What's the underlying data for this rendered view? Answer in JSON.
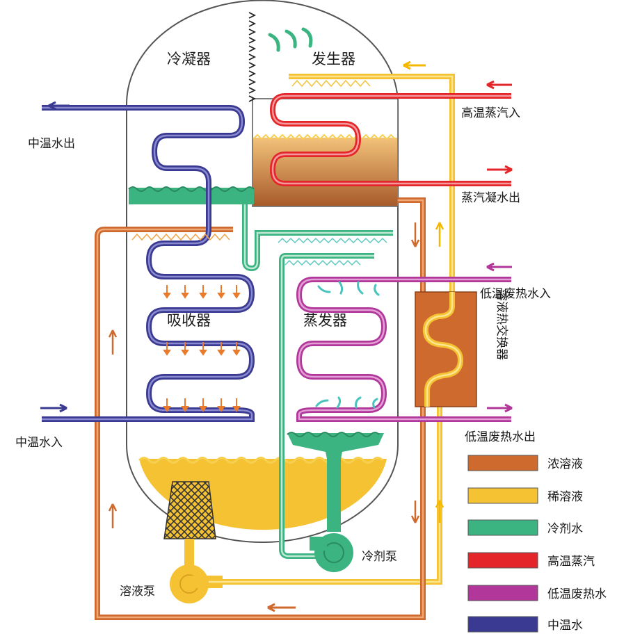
{
  "labels": {
    "condenser": "冷凝器",
    "generator": "发生器",
    "absorber": "吸收器",
    "evaporator": "蒸发器",
    "hx": "溶液热交换器",
    "refrigerant_pump": "冷剂泵",
    "solution_pump": "溶液泵",
    "mid_water_out": "中温水出",
    "mid_water_in": "中温水入",
    "steam_in": "高温蒸汽入",
    "condensate_out": "蒸汽凝水出",
    "waste_heat_in": "低温废热水入",
    "waste_heat_out": "低温废热水出"
  },
  "legend": [
    {
      "label": "浓溶液",
      "color": "#cf6a2e"
    },
    {
      "label": "稀溶液",
      "color": "#f5c234"
    },
    {
      "label": "冷剂水",
      "color": "#3cb482"
    },
    {
      "label": "高温蒸汽",
      "color": "#e4262b"
    },
    {
      "label": "低温废热水",
      "color": "#b2379a"
    },
    {
      "label": "中温水",
      "color": "#3a3a92"
    }
  ],
  "colors": {
    "concentrated": "#cf6a2e",
    "dilute": "#f5c234",
    "refrigerant": "#3cb482",
    "steam": "#e4262b",
    "waste": "#b2379a",
    "midwater": "#3a3a92"
  }
}
